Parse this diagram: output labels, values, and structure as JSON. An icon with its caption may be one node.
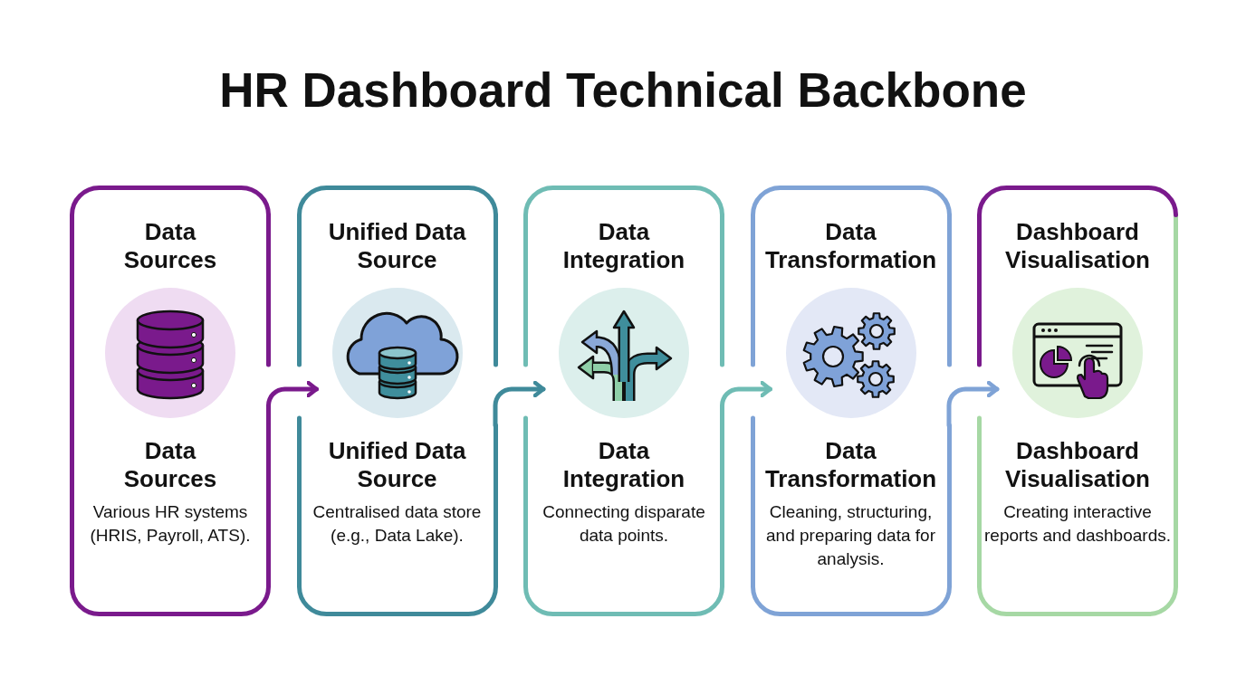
{
  "diagram": {
    "title": "HR Dashboard Technical Backbone",
    "nodes": [
      {
        "text": [
          "Data Sources",
          "Data Sources",
          "Various HR systems (HRIS, Payroll, ATS)."
        ]
      },
      {
        "text": [
          "Unified Data Source",
          "Unified Data Source",
          "Centralised data store (e.g., Data Lake)."
        ]
      },
      {
        "text": [
          "Data Integration",
          "Data Integration",
          "Connecting disparate data points."
        ]
      },
      {
        "text": [
          "Data Transformation",
          "Data Transformation",
          "Cleaning, structuring, and preparing data for analysis."
        ]
      },
      {
        "text": [
          "Dashboard Visualisation",
          "Dashboard Visualisation",
          "Creating interactive reports and dashboards."
        ]
      }
    ],
    "edges": [
      {
        "from": 0,
        "to": 1,
        "arrow": "to",
        "color": "#7a1a8c"
      },
      {
        "from": 1,
        "to": 2,
        "arrow": "to",
        "color": "#3f8a9a"
      },
      {
        "from": 2,
        "to": 3,
        "arrow": "to",
        "color": "#6fbcb4"
      },
      {
        "from": 3,
        "to": 4,
        "arrow": "to",
        "color": "#7fa3d6"
      }
    ]
  }
}
